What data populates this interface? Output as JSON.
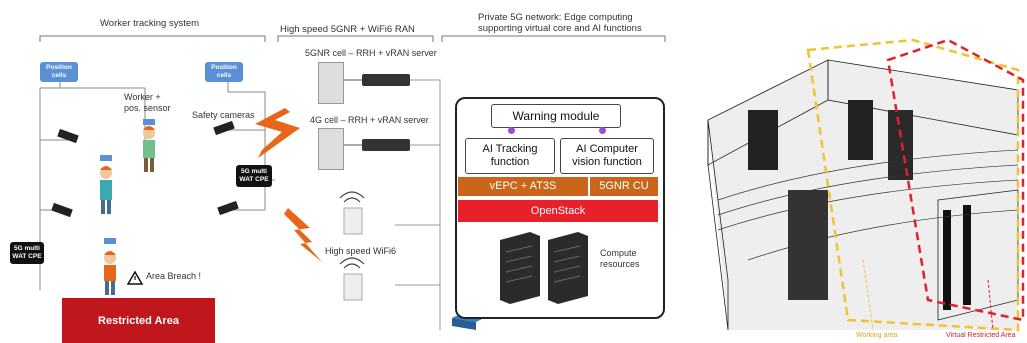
{
  "left_diagram": {
    "sections": {
      "worker_tracking": "Worker tracking system",
      "ran": "High speed 5GNR + WiFi6 RAN",
      "private_5g": "Private 5G network: Edge computing supporting virtual core and AI functions"
    },
    "position_cell_left": "Position cells",
    "position_cell_right": "Position cells",
    "worker_label": "Worker + pos. sensor",
    "safety_cameras": "Safety cameras",
    "cpe_left": "5G multi WAT CPE",
    "cpe_right": "5G multi WAT CPE",
    "area_breach": "Area Breach !",
    "restricted_area": "Restricted Area",
    "cell_5gnr": "5GNR cell – RRH + vRAN server",
    "cell_4g": "4G cell – RRH + vRAN server",
    "wifi": "High speed WiFi6",
    "warning_module": "Warning module",
    "ai_tracking": "AI Tracking function",
    "ai_vision": "AI Computer vision function",
    "vepc": "vEPC + AT3S",
    "cu": "5GNR CU",
    "openstack": "OpenStack",
    "compute": "Compute resources"
  },
  "right_image": {
    "working_area": "Working area",
    "virtual_restricted_area": "Virtual Restricted Area"
  },
  "colors": {
    "position_cell": "#5b8fd6",
    "restricted_area": "#c0171d",
    "orange_bar": "#c9661a",
    "openstack": "#e8202a",
    "working_area_line": "#f2c230",
    "virtual_area_line": "#e0202a"
  }
}
